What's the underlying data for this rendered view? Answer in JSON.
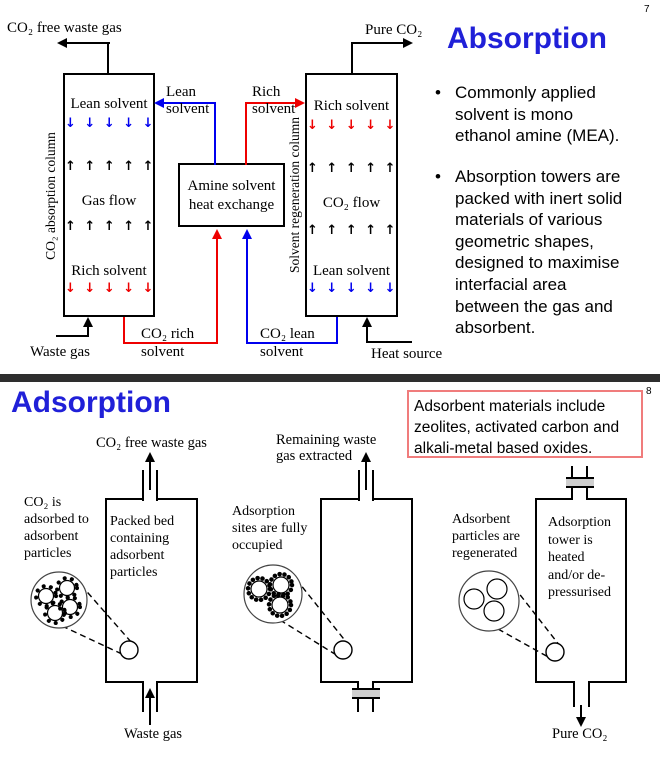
{
  "colors": {
    "title_blue": "#2020d8",
    "pipe_blue": "#0000ee",
    "pipe_red": "#ee0000",
    "note_border": "#f07c7c",
    "divider": "#2e2e2e"
  },
  "slide1": {
    "page_number": "7",
    "title": "Absorption",
    "bullet1_lines": [
      "Commonly applied",
      "solvent is mono",
      "ethanol amine (MEA)."
    ],
    "bullet2_lines": [
      "Absorption towers are",
      "packed with inert solid",
      "materials of various",
      "geometric shapes,",
      "designed to maximise",
      "interfacial area",
      "between the gas and",
      "absorbent."
    ],
    "diagram": {
      "exhaust_left": "CO₂ free waste gas",
      "exhaust_right": "Pure CO₂",
      "absorber_column_label": "CO₂ absorption column",
      "regenerator_column_label": "Solvent regeneration column",
      "absorber": {
        "top": "Lean solvent",
        "middle": "Gas flow",
        "bottom": "Rich solvent"
      },
      "regenerator": {
        "top": "Rich solvent",
        "middle": "CO₂ flow",
        "bottom": "Lean solvent"
      },
      "heat_exchanger": {
        "line1": "Amine solvent",
        "line2": "heat exchange"
      },
      "lean_pipe": {
        "line1": "Lean",
        "line2": "solvent"
      },
      "rich_pipe": {
        "line1": "Rich",
        "line2": "solvent"
      },
      "co2_rich_pipe": {
        "line1": "CO₂ rich",
        "line2": "solvent"
      },
      "co2_lean_pipe": {
        "line1": "CO₂ lean",
        "line2": "solvent"
      },
      "waste_gas": "Waste gas",
      "heat_source": "Heat source",
      "down_arrows": "↓ ↓ ↓ ↓ ↓",
      "up_arrows": "↑ ↑ ↑ ↑ ↑"
    }
  },
  "slide2": {
    "page_number": "8",
    "title": "Adsorption",
    "note_lines": [
      "Adsorbent materials include",
      "zeolites, activated carbon and",
      "alkali-metal based oxides."
    ],
    "tower1": {
      "top_label": "CO₂ free waste gas",
      "side_label": [
        "CO₂ is",
        "adsorbed to",
        "adsorbent",
        "particles"
      ],
      "inside_label": [
        "Packed bed",
        "containing",
        "adsorbent",
        "particles"
      ],
      "bottom_label": "Waste gas"
    },
    "tower2": {
      "top_label": [
        "Remaining waste",
        "gas extracted"
      ],
      "side_label": [
        "Adsorption",
        "sites are fully",
        "occupied"
      ]
    },
    "tower3": {
      "side_label": [
        "Adsorbent",
        "particles are",
        "regenerated"
      ],
      "inside_label": [
        "Adsorption",
        "tower is",
        "heated",
        "and/or de-",
        "pressurised"
      ],
      "bottom_label": "Pure CO₂"
    }
  }
}
